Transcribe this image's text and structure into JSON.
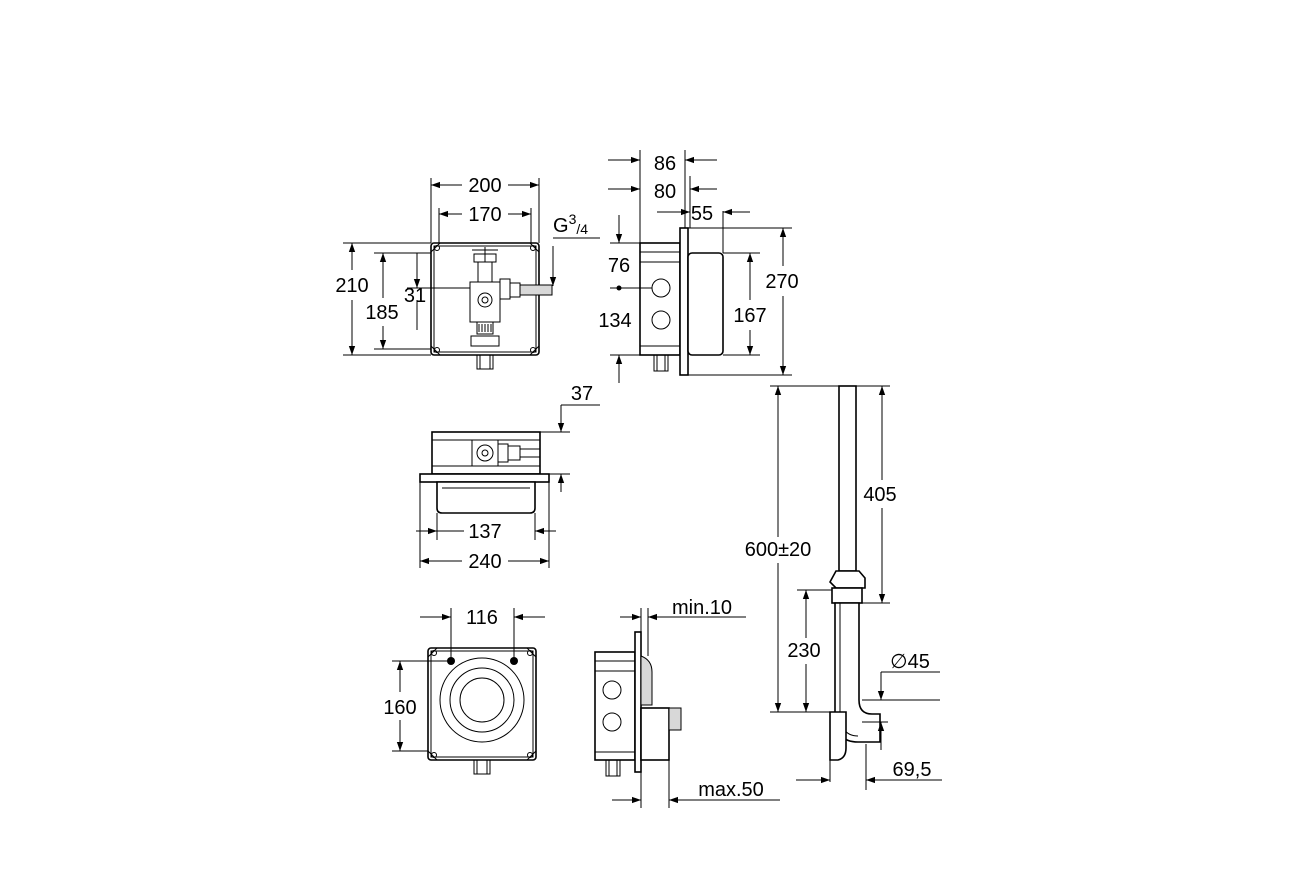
{
  "dimensions": {
    "front": {
      "w200": "200",
      "w170": "170",
      "h210": "210",
      "h185": "185",
      "d31": "31",
      "thread_base": "G",
      "thread_sup": "3",
      "thread_sub": "/4"
    },
    "side": {
      "d86": "86",
      "d80": "80",
      "d55": "55",
      "d76": "76",
      "d134": "134",
      "h270": "270",
      "h167": "167"
    },
    "top": {
      "d37": "37",
      "w137": "137",
      "w240": "240"
    },
    "front2": {
      "w116": "116",
      "h160": "160"
    },
    "side2": {
      "min10": "min.10",
      "max50": "max.50"
    },
    "pipe": {
      "h600": "600±20",
      "h405": "405",
      "h230": "230",
      "dia45": "∅45",
      "d69": "69,5"
    }
  },
  "colors": {
    "line": "#000000",
    "fill_light": "#d8d8d8",
    "fill_dark": "#888888",
    "background": "#ffffff"
  }
}
